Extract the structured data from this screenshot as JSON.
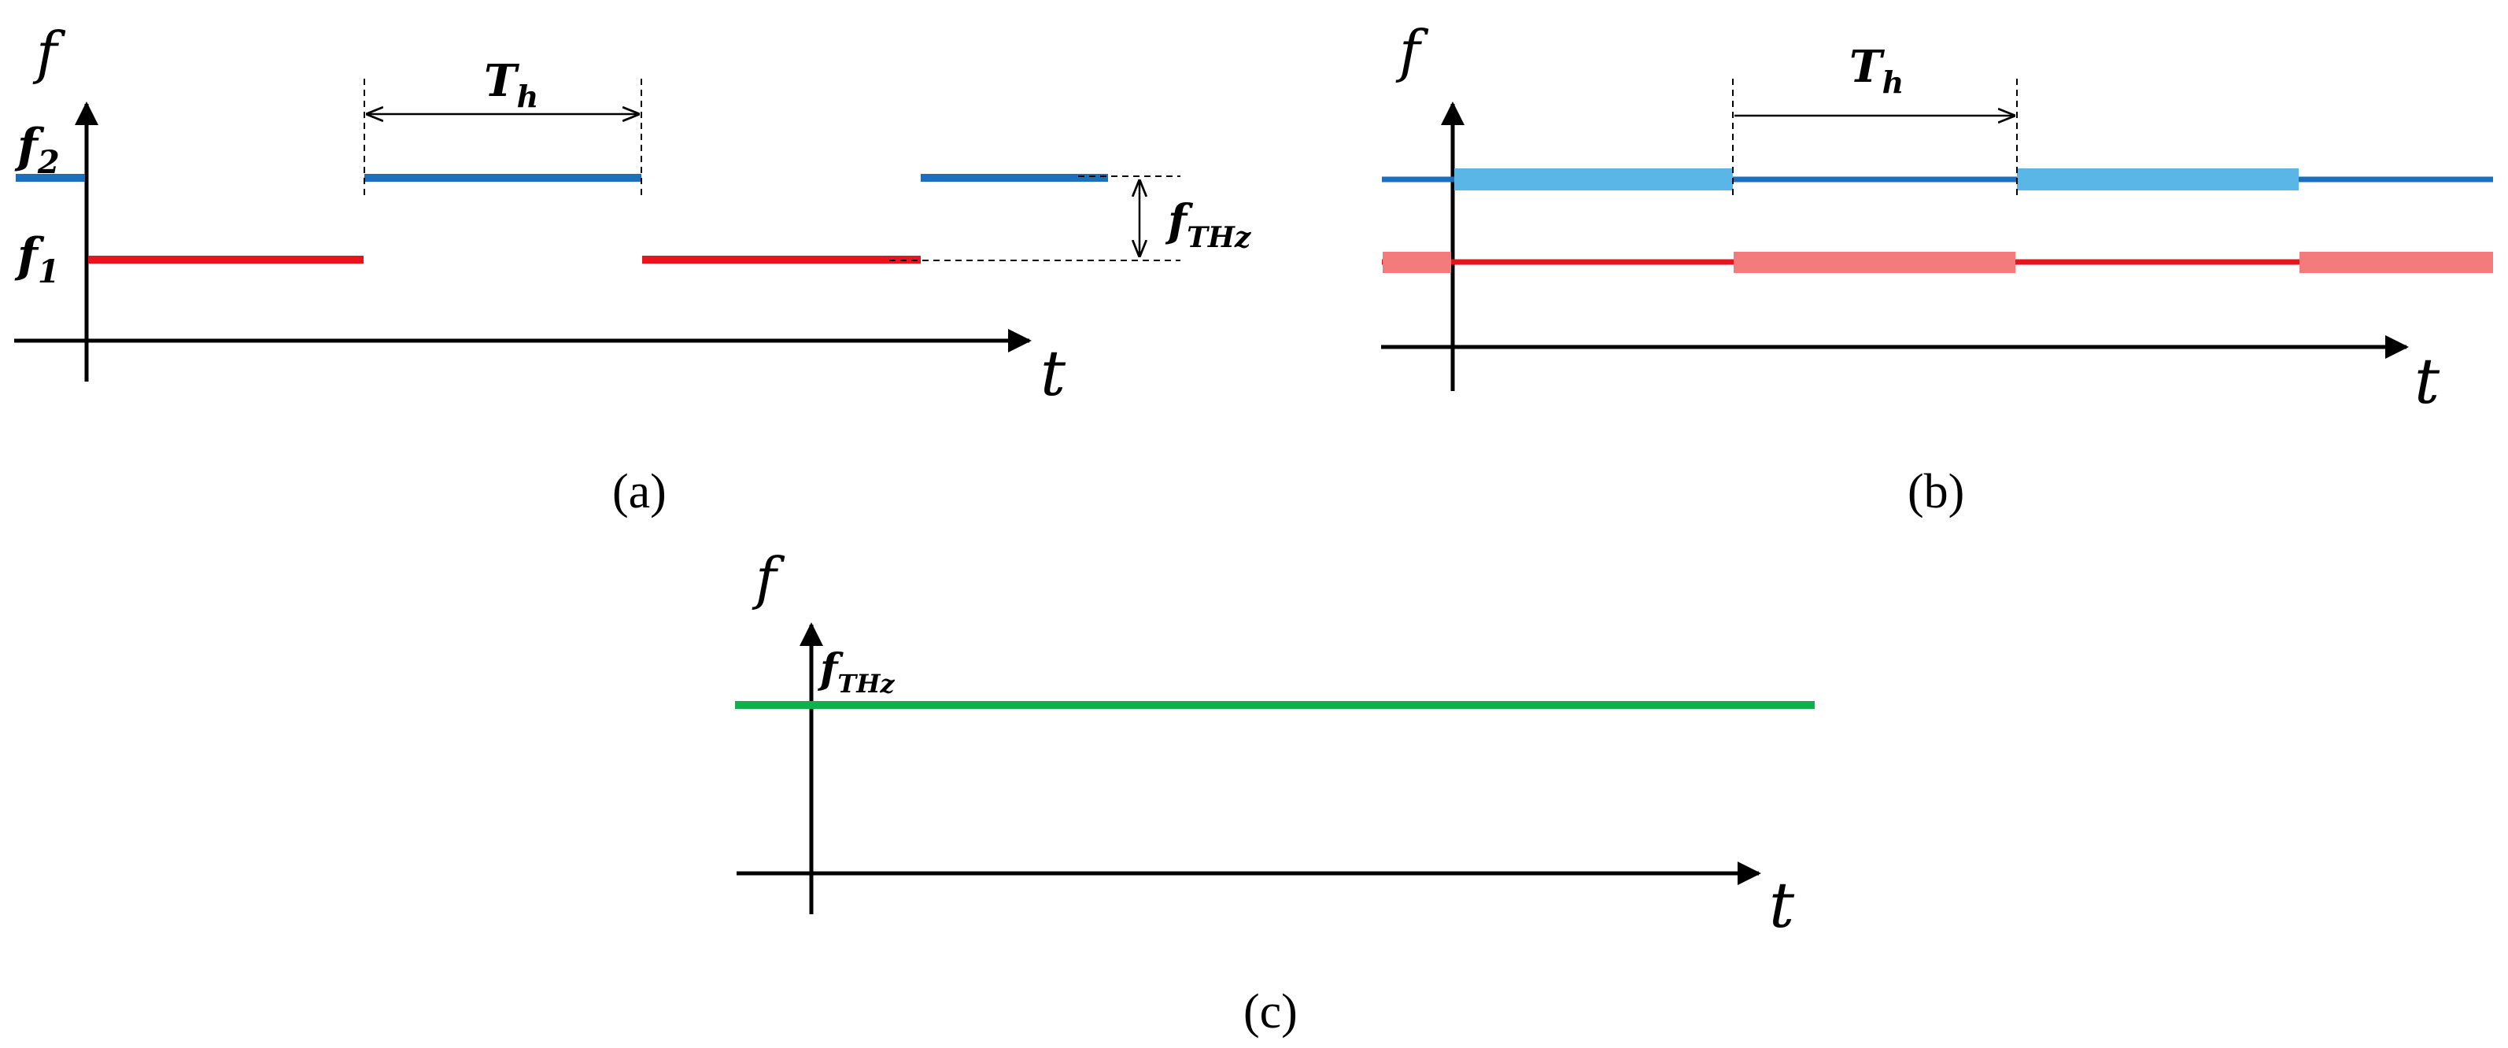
{
  "colors": {
    "f1_line": "#e8141b",
    "f2_line": "#1a6fbf",
    "f1_pulse": "#f37b7b",
    "f2_pulse": "#5ab6e6",
    "thz_line": "#12b04a",
    "axis": "#000000"
  },
  "panel_a": {
    "y_axis_label": "f",
    "x_axis_label": "t",
    "f2_label": "f",
    "f2_sub": "2",
    "f1_label": "f",
    "f1_sub": "1",
    "period_label": "T",
    "period_sub": "h",
    "offset_label": "f",
    "offset_sub": "THz",
    "caption": "(a)"
  },
  "panel_b": {
    "y_axis_label": "f",
    "x_axis_label": "t",
    "period_label": "T",
    "period_sub": "h",
    "caption": "(b)"
  },
  "panel_c": {
    "y_axis_label": "f",
    "x_axis_label": "t",
    "line_label": "f",
    "line_sub": "THz",
    "caption": "(c)"
  }
}
